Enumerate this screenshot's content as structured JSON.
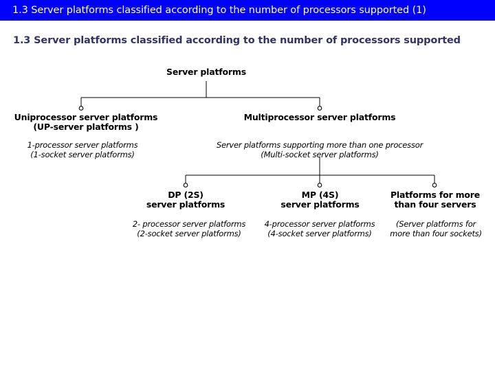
{
  "window": {
    "title": "1.3 Server platforms classified according to the number of processors supported (1)",
    "title_bar_color": "#0000ff",
    "title_text_color": "#ffffff"
  },
  "slide": {
    "heading": "1.3 Server platforms classified according to the number of processors supported",
    "heading_color": "#333366",
    "background_color": "#ffffff"
  },
  "diagram": {
    "type": "tree",
    "line_color": "#000000",
    "nodes": {
      "root": {
        "label": "Server platforms"
      },
      "uniprocessor": {
        "label": "Uniprocessor  server platforms\n(UP-server platforms )",
        "description": "1-processor server platforms\n(1-socket server platforms)"
      },
      "multiprocessor": {
        "label": "Multiprocessor server platforms",
        "description": "Server platforms supporting more than one processor\n(Multi-socket server platforms)"
      },
      "dp": {
        "label": "DP (2S)\nserver platforms",
        "description": "2- processor server platforms\n(2-socket server platforms)"
      },
      "mp": {
        "label": "MP (4S)\nserver platforms",
        "description": "4-processor server platforms\n(4-socket server platforms)"
      },
      "many": {
        "label": "Platforms for more\nthan four servers",
        "description": "(Server platforms for\nmore than four sockets)"
      }
    }
  }
}
